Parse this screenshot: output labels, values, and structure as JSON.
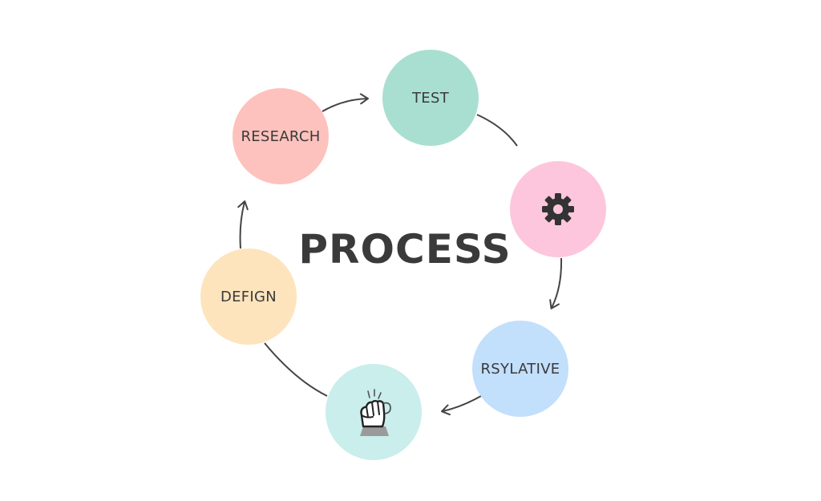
{
  "diagram": {
    "title": "PROCESS",
    "nodes": [
      {
        "id": "research",
        "label": "RESEARCH",
        "color": "#fdc2bd"
      },
      {
        "id": "test",
        "label": "TEST",
        "color": "#a9dfd1"
      },
      {
        "id": "settings",
        "label": "",
        "icon": "gear-icon",
        "color": "#fdc6dc"
      },
      {
        "id": "rsylative",
        "label": "RSYLATIVE",
        "color": "#c2dffc"
      },
      {
        "id": "hand",
        "label": "",
        "icon": "fist-hand-icon",
        "color": "#c9eeec"
      },
      {
        "id": "defign",
        "label": "DEFIGN",
        "color": "#fde4bd"
      }
    ],
    "edges": [
      {
        "from": "research",
        "to": "test",
        "arrow": true
      },
      {
        "from": "test",
        "to": "settings",
        "arrow": false
      },
      {
        "from": "settings",
        "to": "rsylative",
        "arrow": true
      },
      {
        "from": "rsylative",
        "to": "hand",
        "arrow": true
      },
      {
        "from": "hand",
        "to": "defign",
        "arrow": false
      },
      {
        "from": "defign",
        "to": "research",
        "arrow": true
      }
    ],
    "colors": {
      "text": "#3a3a3a",
      "connector": "#444444",
      "icon": "#333333"
    }
  }
}
